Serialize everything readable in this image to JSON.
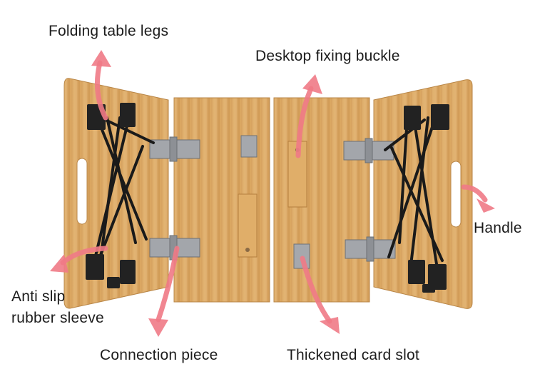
{
  "labels": {
    "folding_legs": "Folding table legs",
    "fixing_buckle": "Desktop fixing buckle",
    "handle": "Handle",
    "anti_slip_line1": "Anti slip",
    "anti_slip_line2": "rubber sleeve",
    "connection_piece": "Connection piece",
    "card_slot": "Thickened card slot"
  },
  "colors": {
    "arrow": "#f07a86",
    "bamboo": "#dba864",
    "bamboo_dark": "#c58d46",
    "metal": "#1a1a1a",
    "hinge": "#9a9da2"
  }
}
